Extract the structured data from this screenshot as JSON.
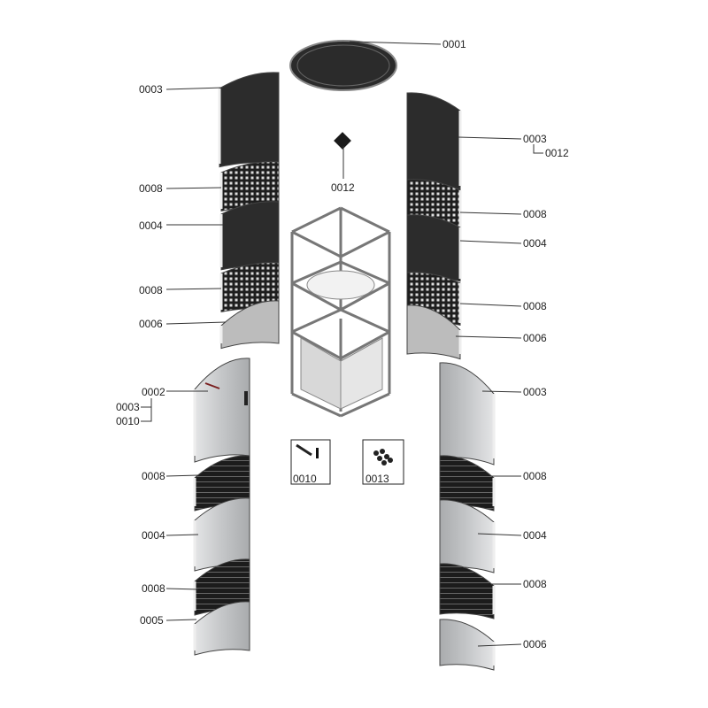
{
  "diagram": {
    "type": "exploded-parts-view",
    "callouts": [
      {
        "id": "c1",
        "part": "0001"
      },
      {
        "id": "c2",
        "part": "0003"
      },
      {
        "id": "c3",
        "part": "0003"
      },
      {
        "id": "c4",
        "part": "0012"
      },
      {
        "id": "c5",
        "part": "0012"
      },
      {
        "id": "c6",
        "part": "0008"
      },
      {
        "id": "c7",
        "part": "0004"
      },
      {
        "id": "c8",
        "part": "0008"
      },
      {
        "id": "c9",
        "part": "0006"
      },
      {
        "id": "c10",
        "part": "0008"
      },
      {
        "id": "c11",
        "part": "0004"
      },
      {
        "id": "c12",
        "part": "0008"
      },
      {
        "id": "c13",
        "part": "0006"
      },
      {
        "id": "c14",
        "part": "0002"
      },
      {
        "id": "c15",
        "part": "0003"
      },
      {
        "id": "c16",
        "part": "0010"
      },
      {
        "id": "c17",
        "part": "0003"
      },
      {
        "id": "c18",
        "part": "0010"
      },
      {
        "id": "c19",
        "part": "0013"
      },
      {
        "id": "c20",
        "part": "0008"
      },
      {
        "id": "c21",
        "part": "0004"
      },
      {
        "id": "c22",
        "part": "0008"
      },
      {
        "id": "c23",
        "part": "0005"
      },
      {
        "id": "c24",
        "part": "0008"
      },
      {
        "id": "c25",
        "part": "0004"
      },
      {
        "id": "c26",
        "part": "0008"
      },
      {
        "id": "c27",
        "part": "0006"
      }
    ],
    "colors": {
      "dark_panel": "#2a2a2a",
      "light_panel": "#c8cacc",
      "edge": "#e8e8e8",
      "line": "#333333"
    }
  }
}
